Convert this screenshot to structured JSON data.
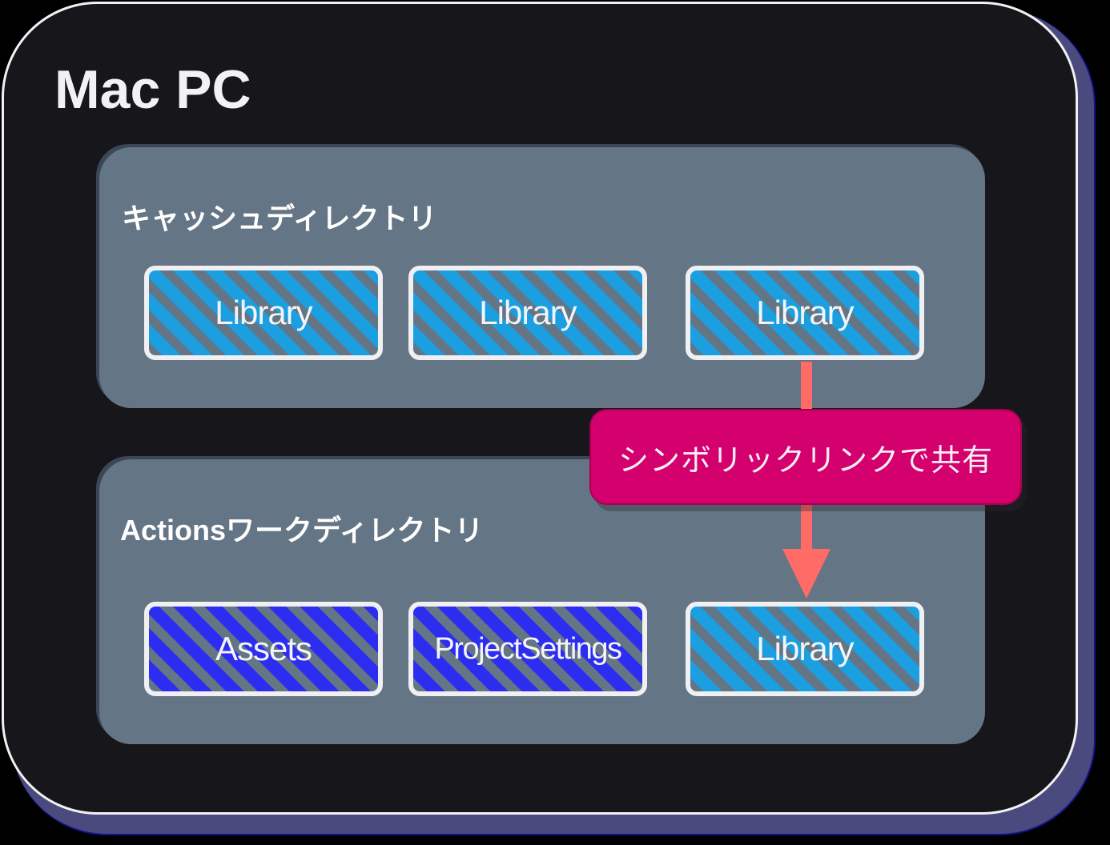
{
  "diagram": {
    "title": "Mac PC",
    "colors": {
      "background": "#16161b",
      "panel": "#647585",
      "library_hatch": "#1b9fe0",
      "project_hatch": "#2d2df2",
      "arrow": "#ff6b66",
      "link_label_bg": "#d4006e"
    },
    "cache_directory": {
      "title": "キャッシュディレクトリ",
      "items": [
        {
          "label": "Library"
        },
        {
          "label": "Library"
        },
        {
          "label": "Library"
        }
      ]
    },
    "work_directory": {
      "title": "Actionsワークディレクトリ",
      "items": [
        {
          "label": "Assets"
        },
        {
          "label": "ProjectSettings"
        },
        {
          "label": "Library"
        }
      ]
    },
    "link": {
      "label": "シンボリックリンクで共有",
      "from": "cache_directory.items.2",
      "to": "work_directory.items.2"
    }
  }
}
